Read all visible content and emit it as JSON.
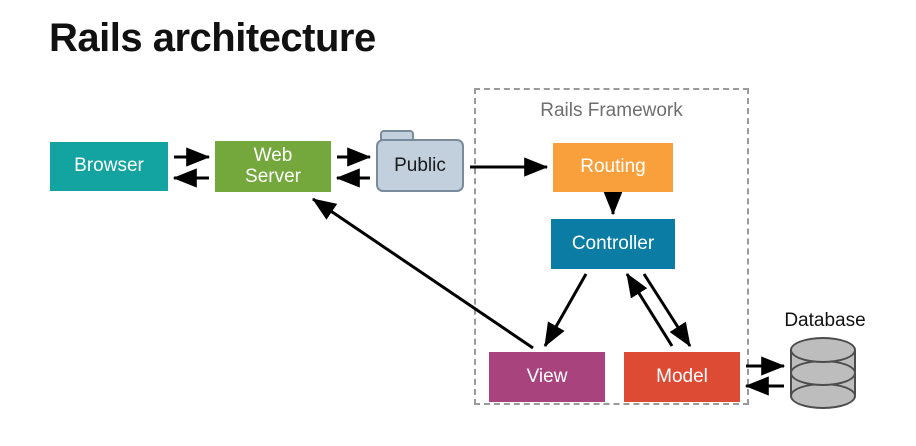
{
  "title": "Rails architecture",
  "framework": {
    "label": "Rails Framework"
  },
  "nodes": {
    "browser": {
      "label": "Browser",
      "color": "#13a3a0"
    },
    "web_server": {
      "label": "Web\nServer",
      "line1": "Web",
      "line2": "Server",
      "color": "#74a83c"
    },
    "public": {
      "label": "Public",
      "color": "#c2cfdd",
      "border_color": "#7a8b9c"
    },
    "routing": {
      "label": "Routing",
      "color": "#f9a03c"
    },
    "controller": {
      "label": "Controller",
      "color": "#0b7ca3"
    },
    "view": {
      "label": "View",
      "color": "#a8437e"
    },
    "model": {
      "label": "Model",
      "color": "#dd4b35"
    },
    "database": {
      "label": "Database",
      "color": "#bdbdbd",
      "border_color": "#4c4c4c"
    }
  },
  "connections": [
    {
      "from": "browser",
      "to": "web_server",
      "direction": "right"
    },
    {
      "from": "web_server",
      "to": "browser",
      "direction": "left"
    },
    {
      "from": "web_server",
      "to": "public",
      "direction": "right"
    },
    {
      "from": "public",
      "to": "web_server",
      "direction": "left"
    },
    {
      "from": "public",
      "to": "routing",
      "direction": "right"
    },
    {
      "from": "routing",
      "to": "controller",
      "direction": "down"
    },
    {
      "from": "controller",
      "to": "view",
      "direction": "down-left"
    },
    {
      "from": "controller",
      "to": "model",
      "direction": "down-right"
    },
    {
      "from": "model",
      "to": "controller",
      "direction": "up-left"
    },
    {
      "from": "view",
      "to": "web_server",
      "direction": "up-left"
    },
    {
      "from": "model",
      "to": "database",
      "direction": "right"
    },
    {
      "from": "database",
      "to": "model",
      "direction": "left"
    }
  ],
  "background": "#ffffff"
}
